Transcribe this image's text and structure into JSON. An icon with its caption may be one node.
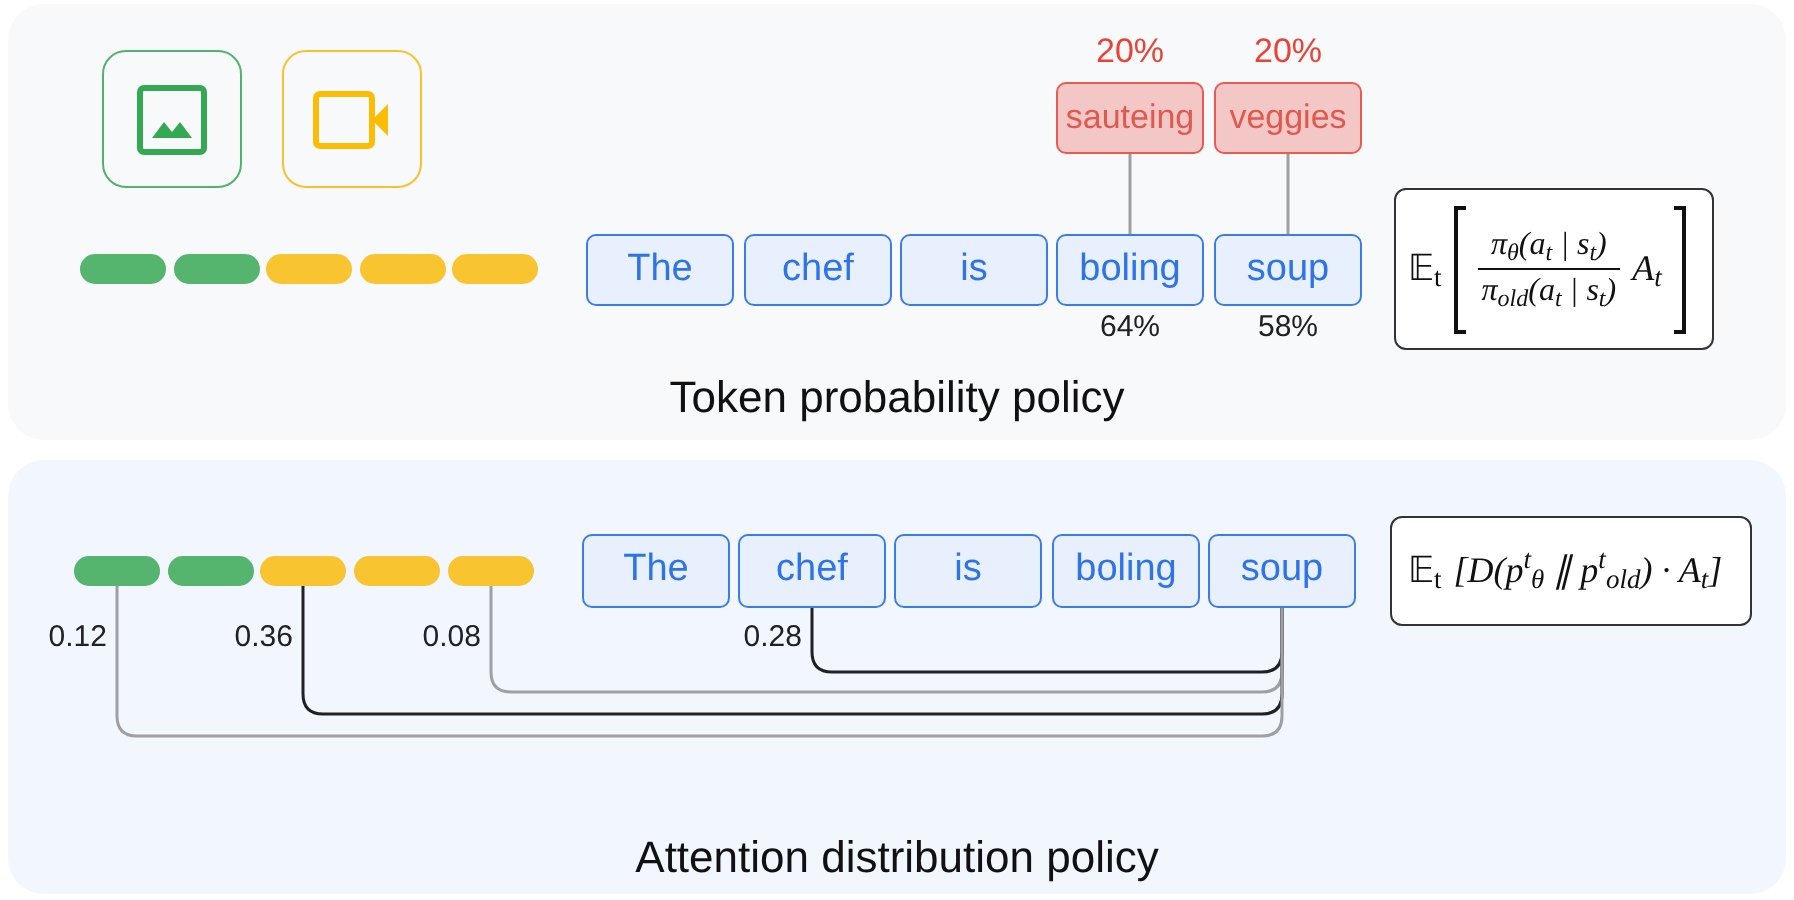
{
  "diagram": {
    "nodes": [
      {
        "text": [
          "Token probability policy"
        ]
      },
      {
        "text": [],
        "shape": "bar",
        "in": 0
      },
      {
        "text": [],
        "shape": "bar",
        "in": 0
      },
      {
        "text": [],
        "shape": "bar",
        "in": 0
      },
      {
        "text": [],
        "shape": "bar",
        "in": 0
      },
      {
        "text": [],
        "shape": "bar",
        "in": 0
      },
      {
        "text": [
          "The"
        ],
        "in": 0
      },
      {
        "text": [
          "chef"
        ],
        "in": 0
      },
      {
        "text": [
          "is"
        ],
        "in": 0
      },
      {
        "text": [
          "boling"
        ],
        "in": 0,
        "beside": [
          "64%"
        ]
      },
      {
        "text": [
          "soup"
        ],
        "in": 0,
        "beside": [
          "58%"
        ]
      },
      {
        "text": [
          "sauteing"
        ],
        "in": 0,
        "beside": [
          "20%"
        ]
      },
      {
        "text": [
          "veggies"
        ],
        "in": 0,
        "beside": [
          "20%"
        ]
      },
      {
        "text": [
          "𝔼$_{t}$",
          "π$_{θ}$(a$_{t}$ | s$_{t}$)",
          "π$_{old}$(a$_{t}$ | s$_{t}$)",
          "A$_{t}$"
        ],
        "in": 0
      },
      {
        "text": [
          "Attention distribution policy"
        ]
      },
      {
        "text": [],
        "shape": "bar",
        "in": 14
      },
      {
        "text": [],
        "shape": "bar",
        "in": 14
      },
      {
        "text": [],
        "shape": "bar",
        "in": 14
      },
      {
        "text": [],
        "shape": "bar",
        "in": 14
      },
      {
        "text": [],
        "shape": "bar",
        "in": 14
      },
      {
        "text": [
          "The"
        ],
        "in": 14
      },
      {
        "text": [
          "chef"
        ],
        "in": 14
      },
      {
        "text": [
          "is"
        ],
        "in": 14
      },
      {
        "text": [
          "boling"
        ],
        "in": 14
      },
      {
        "text": [
          "soup"
        ],
        "in": 14
      },
      {
        "text": [
          "𝔼$_{t}$",
          "[D(p$^{t}$$_{θ}$ ∥ p$^{t}$$_{old}$) · A$_{t}$]"
        ],
        "in": 14
      }
    ],
    "edges": [
      {
        "from": 11,
        "to": 9,
        "arrow": "none"
      },
      {
        "from": 12,
        "to": 10,
        "arrow": "none"
      },
      {
        "from": 21,
        "to": 24,
        "arrow": "none",
        "label": "0.28",
        "color": "#202124"
      },
      {
        "from": 19,
        "to": 24,
        "arrow": "none",
        "label": "0.08"
      },
      {
        "from": 17,
        "to": 24,
        "arrow": "none",
        "label": "0.36",
        "color": "#202124"
      },
      {
        "from": 15,
        "to": 24,
        "arrow": "none",
        "label": "0.12"
      }
    ]
  }
}
